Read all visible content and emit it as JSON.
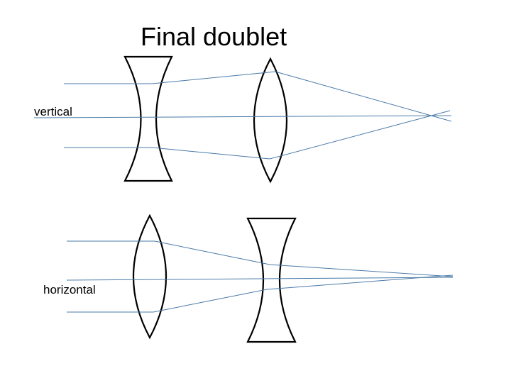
{
  "title": "Final doublet",
  "diagrams": {
    "vertical": {
      "label": "vertical",
      "first_lens": "diverging",
      "second_lens": "converging"
    },
    "horizontal": {
      "label": "horizontal",
      "first_lens": "converging",
      "second_lens": "diverging"
    }
  },
  "colors": {
    "ray": "#4a7aa8",
    "lens_outline": "#000000",
    "background": "#ffffff"
  }
}
